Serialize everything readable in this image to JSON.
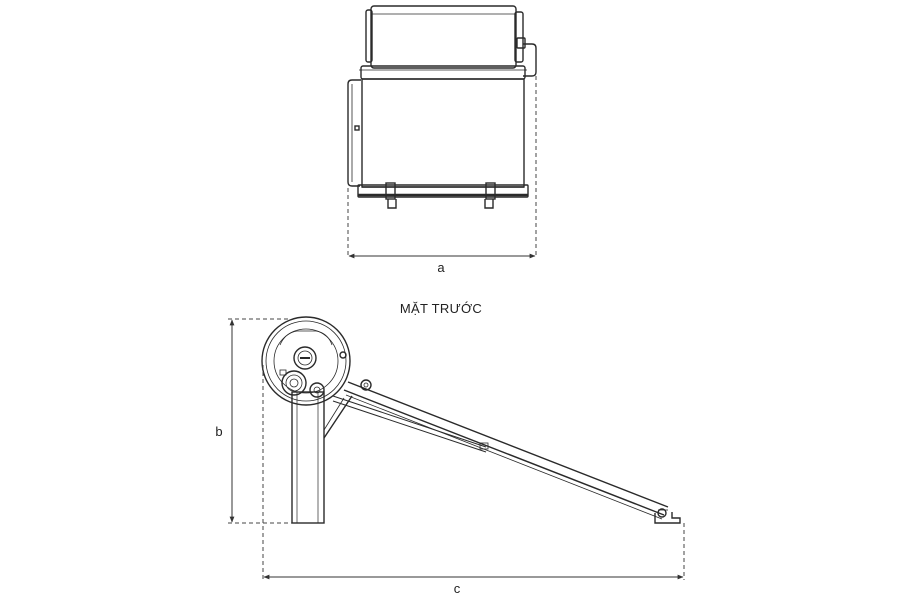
{
  "top_view": {
    "dimension_label": "a"
  },
  "front_view": {
    "title": "MẶT TRƯỚC",
    "height_label": "b",
    "length_label": "c"
  },
  "colors": {
    "line": "#2a2a2a",
    "dimension": "#444444"
  }
}
